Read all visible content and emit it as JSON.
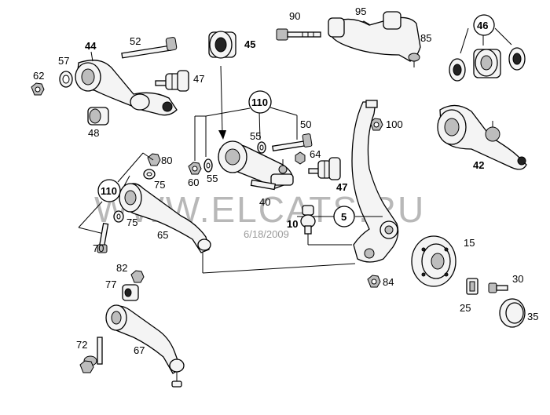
{
  "watermark": {
    "text": "WWW.ELCATS.RU",
    "date": "6/18/2009"
  },
  "labels": {
    "p90": "90",
    "p95": "95",
    "p85": "85",
    "p44": "44",
    "p52": "52",
    "p45": "45",
    "p57": "57",
    "p62": "62",
    "p47a": "47",
    "p48": "48",
    "p46": "46",
    "p110a": "110",
    "p55a": "55",
    "p50": "50",
    "p100": "100",
    "p64": "64",
    "p80": "80",
    "p60": "60",
    "p55b": "55",
    "p75a": "75",
    "p110b": "110",
    "p47b": "47",
    "p42": "42",
    "p40": "40",
    "p75b": "75",
    "p5": "5",
    "p10": "10",
    "p65": "65",
    "p70": "70",
    "p15": "15",
    "p82": "82",
    "p77": "77",
    "p84": "84",
    "p30": "30",
    "p25": "25",
    "p35": "35",
    "p72": "72",
    "p67": "67"
  }
}
